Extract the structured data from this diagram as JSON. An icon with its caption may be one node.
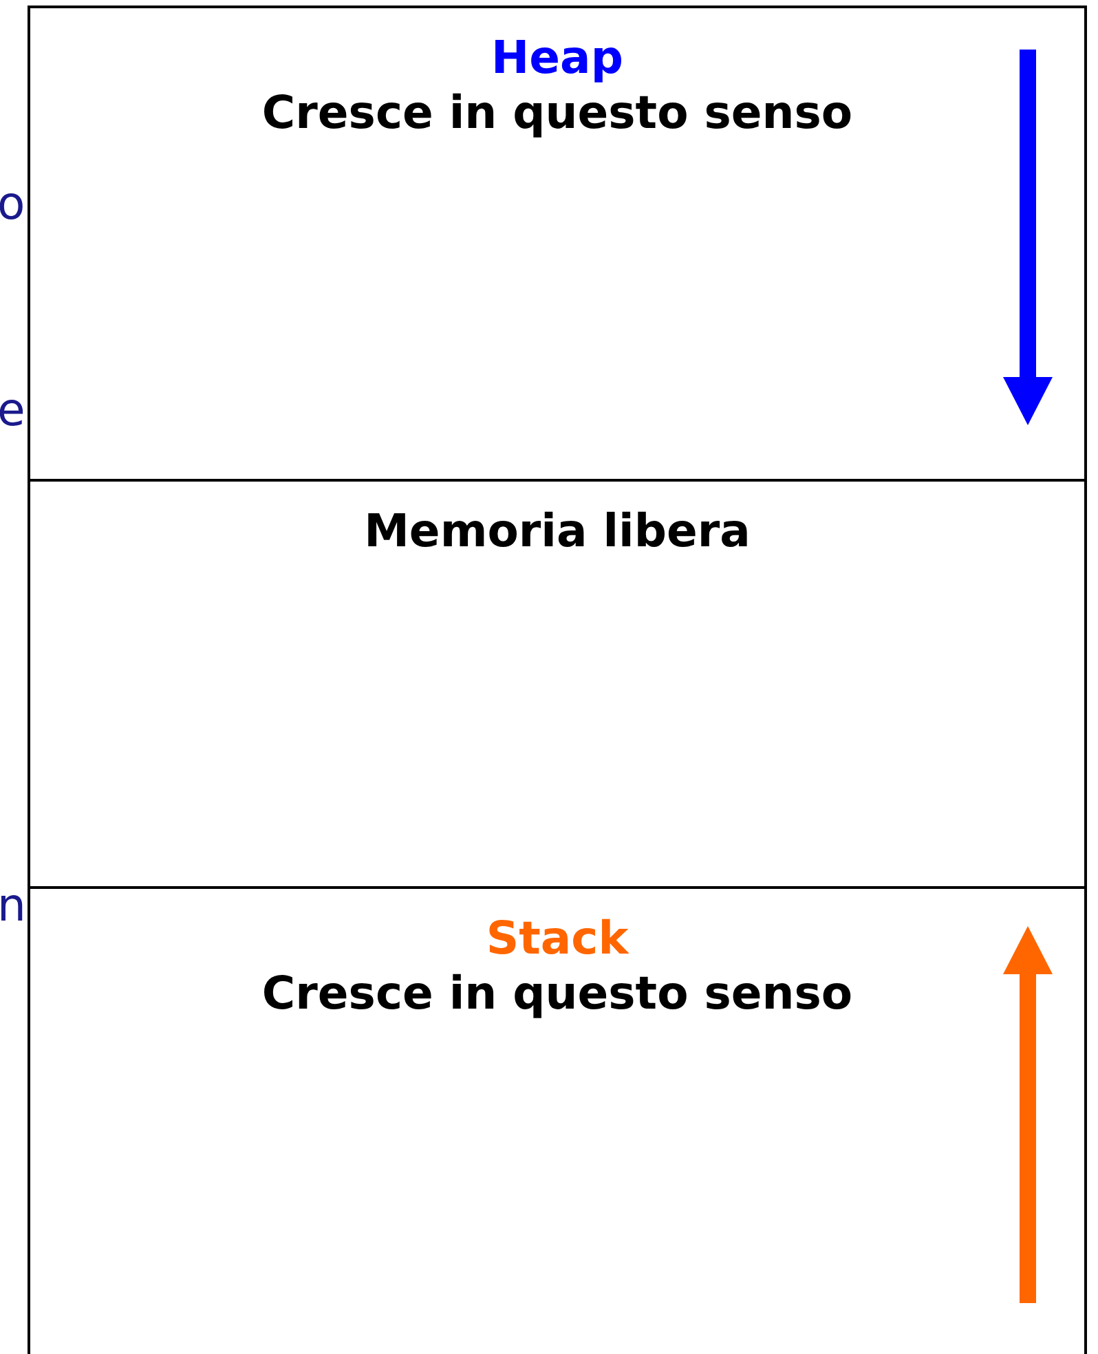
{
  "diagram": {
    "nodes": [
      {
        "text": [
          "Heap",
          "Cresce in questo senso"
        ]
      },
      {
        "text": [
          "Memoria libera"
        ]
      },
      {
        "text": [
          "Stack",
          "Cresce in questo senso"
        ]
      }
    ],
    "labels": [
      "o",
      "e",
      "n"
    ]
  }
}
